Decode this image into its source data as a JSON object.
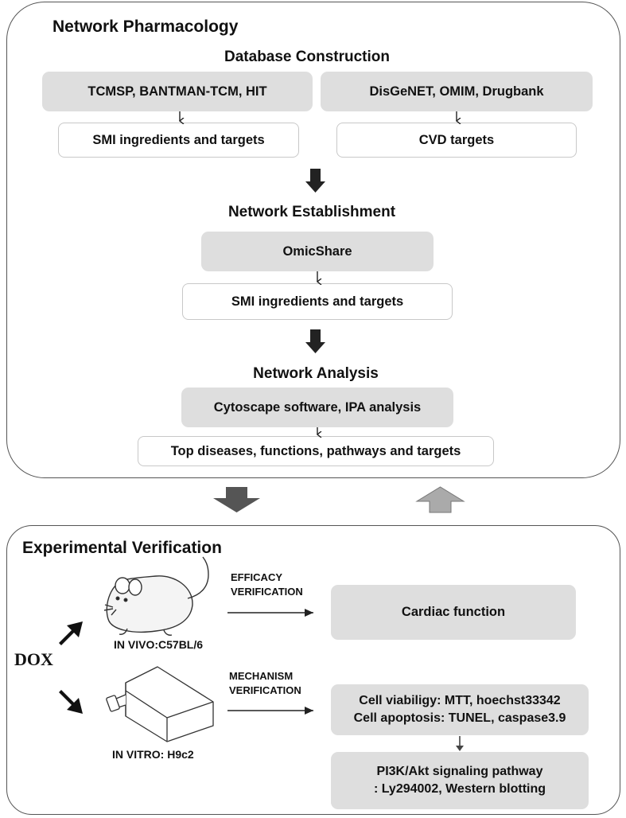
{
  "network_pharmacology": {
    "title": "Network Pharmacology",
    "database_construction": {
      "title": "Database Construction",
      "left_source": "TCMSP, BANTMAN-TCM, HIT",
      "left_result": "SMI ingredients and targets",
      "right_source": "DisGeNET, OMIM, Drugbank",
      "right_result": "CVD targets"
    },
    "network_establishment": {
      "title": "Network Establishment",
      "tool": "OmicShare",
      "result": "SMI ingredients and targets"
    },
    "network_analysis": {
      "title": "Network Analysis",
      "tool": "Cytoscape software, IPA analysis",
      "result": "Top diseases, functions, pathways and targets"
    }
  },
  "experimental_verification": {
    "title": "Experimental Verification",
    "dox_label": "DOX",
    "in_vivo": {
      "label": "IN VIVO:C57BL/6",
      "arrow_label_line1": "EFFICACY",
      "arrow_label_line2": "VERIFICATION",
      "result": "Cardiac function"
    },
    "in_vitro": {
      "label": "IN VITRO: H9c2",
      "arrow_label_line1": "MECHANISM",
      "arrow_label_line2": "VERIFICATION",
      "result_line1": "Cell viabiligy: MTT, hoechst33342",
      "result_line2": "Cell apoptosis: TUNEL, caspase3.9",
      "pathway_line1": "PI3K/Akt signaling pathway",
      "pathway_line2": ": Ly294002, Western blotting"
    }
  },
  "colors": {
    "grey_box": "#dedede",
    "white_box_border": "#c8c8c8",
    "dark_arrow": "#222222",
    "down_block_arrow": "#555555",
    "up_block_arrow": "#aaaaaa"
  },
  "icons": [
    "mouse-icon",
    "cell-culture-flask-icon"
  ]
}
